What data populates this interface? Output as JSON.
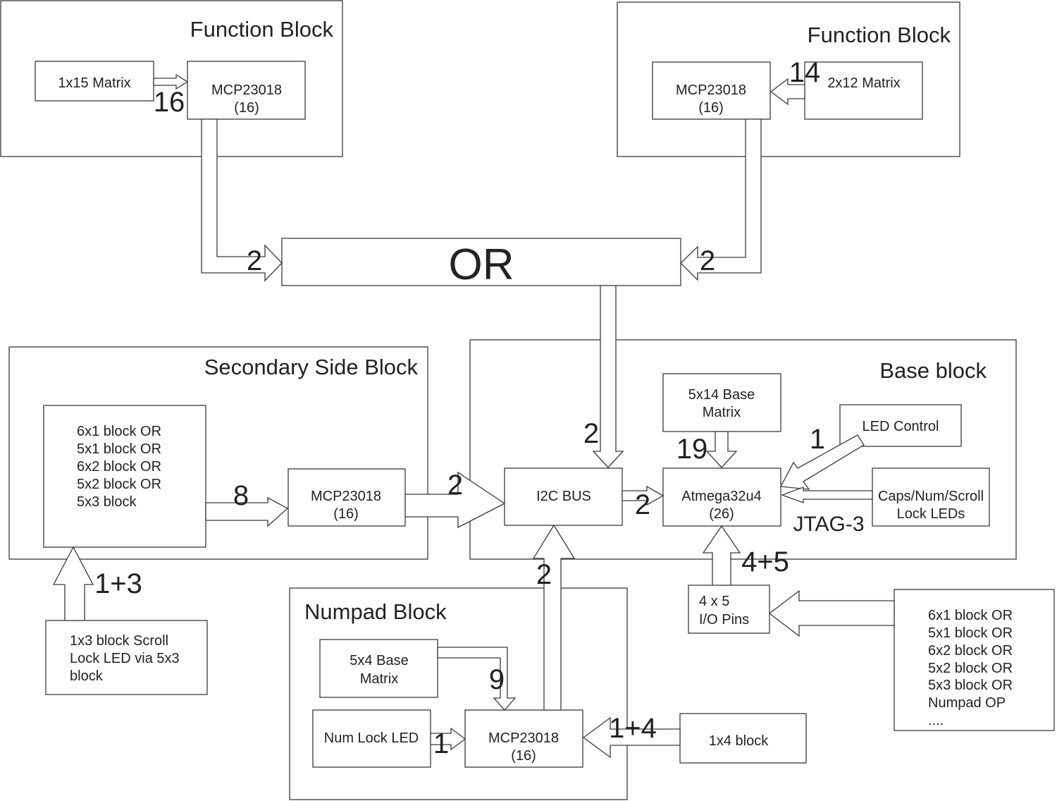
{
  "containers": {
    "function_left": "Function Block",
    "function_right": "Function Block",
    "secondary": "Secondary Side Block",
    "base": "Base block",
    "numpad": "Numpad Block"
  },
  "boxes": {
    "matrix_1x15": "1x15 Matrix",
    "mcp_left": [
      "MCP23018",
      "(16)"
    ],
    "mcp_right": [
      "MCP23018",
      "(16)"
    ],
    "matrix_2x12": "2x12 Matrix",
    "or_gate": "OR",
    "secondary_list": [
      "6x1 block OR",
      "5x1 block OR",
      "6x2 block OR",
      "5x2 block OR",
      "5x3 block"
    ],
    "mcp_secondary": [
      "MCP23018",
      "(16)"
    ],
    "i2c": "I2C BUS",
    "base_matrix": [
      "5x14 Base",
      "Matrix"
    ],
    "atmega": [
      "Atmega32u4",
      "(26)"
    ],
    "led_control": "LED Control",
    "lock_leds": [
      "Caps/Num/Scroll",
      "Lock LEDs"
    ],
    "scroll_block": [
      "1x3 block Scroll",
      "Lock LED via 5x3",
      "block"
    ],
    "io_pins": [
      "4 x 5",
      "I/O Pins"
    ],
    "ext_list": [
      "6x1 block OR",
      "5x1 block OR",
      "6x2 block OR",
      "5x2 block OR",
      "5x3 block OR",
      "Numpad OP",
      "...."
    ],
    "numpad_matrix": [
      "5x4 Base",
      "Matrix"
    ],
    "num_lock_led": "Num Lock LED",
    "mcp_numpad": [
      "MCP23018",
      "(16)"
    ],
    "block_1x4": "1x4 block"
  },
  "labels": {
    "l16": "16",
    "l14": "14",
    "or_left": "2",
    "or_right": "2",
    "or_down": "2",
    "secondary_in": "8",
    "secondary_out": "2",
    "i2c_atmega": "2",
    "base_to_atmega": "19",
    "led_in": "1",
    "jtag": "JTAG-3",
    "io_up": "4+5",
    "scroll_up": "1+3",
    "numpad_up": "2",
    "numpad_matrix_in": "9",
    "numlock_in": "1",
    "block_1x4_in": "1+4"
  }
}
